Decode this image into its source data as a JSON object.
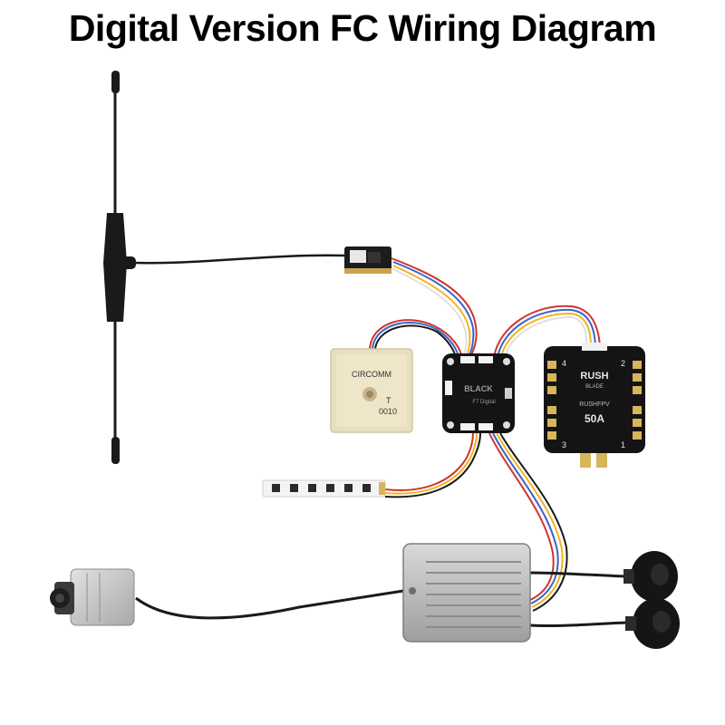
{
  "title": "Digital Version FC Wiring Diagram",
  "gps": {
    "brand": "CIRCOMM",
    "mark_t": "T",
    "code": "0010"
  },
  "fc": {
    "label": "BLACK",
    "sub": "F7 Digital"
  },
  "esc": {
    "brand": "RUSH",
    "sub": "BLADE",
    "name": "RUSHFPV",
    "rating": "50A",
    "motor1": "1",
    "motor2": "2",
    "motor3": "3",
    "motor4": "4"
  },
  "colors": {
    "wire_red": "#d0342c",
    "wire_blue": "#3a63c8",
    "wire_yellow": "#f0b41e",
    "wire_white": "#e6e6e6",
    "wire_black": "#1a1a1a",
    "board_black": "#141414",
    "pad_gold": "#d8b45a",
    "gps_ceramic": "#e9dfbf",
    "vtx_silver": "#bdbdbd"
  }
}
